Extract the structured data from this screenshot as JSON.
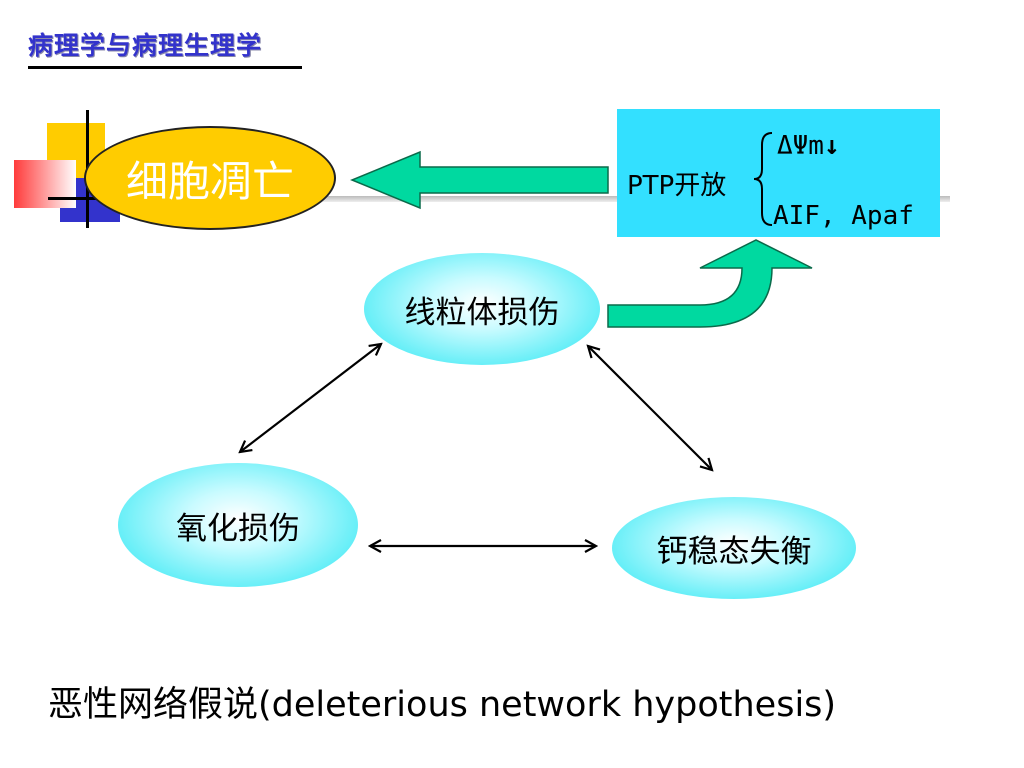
{
  "header": {
    "title": "病理学与病理生理学"
  },
  "nodes": {
    "apoptosis": "细胞凋亡",
    "mito_damage": "线粒体损伤",
    "oxidative_damage": "氧化损伤",
    "calcium_imbalance": "钙稳态失衡"
  },
  "ptp": {
    "label": "PTP开放",
    "delta_line": "ΔΨm",
    "aif_line": "AIF, Apaf"
  },
  "caption": "恶性网络假说(deleterious network hypothesis)",
  "colors": {
    "title_blue": "#3333cc",
    "apoptosis_fill": "#ffcc00",
    "node_cyan": "#22e6f2",
    "ptp_box": "#33e0ff",
    "arrow_green": "#00d9a0"
  }
}
